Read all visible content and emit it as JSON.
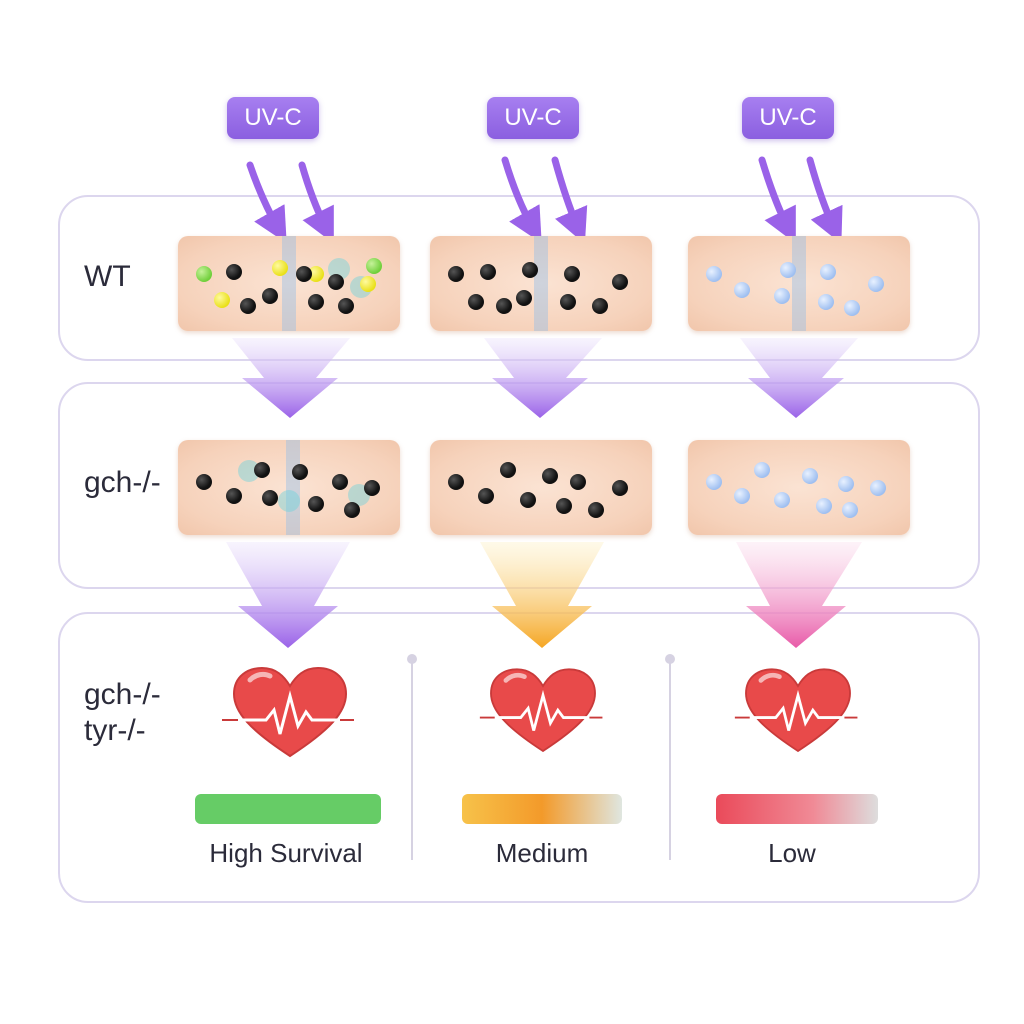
{
  "uv_label": "UV-C",
  "rows": [
    {
      "label": "WT"
    },
    {
      "label": "gch-/-"
    },
    {
      "label_lines": [
        "gch-/-",
        "tyr-/-"
      ]
    }
  ],
  "columns": [
    {
      "outcome": "High Survival",
      "bar_colors": [
        "#66cc66",
        "#66cc66"
      ],
      "arrow_color": "#9a62e8"
    },
    {
      "outcome": "Medium",
      "bar_colors": [
        "#f7c24a",
        "#f39a2a",
        "#dfe6e0"
      ],
      "arrow_color": "#f5a623"
    },
    {
      "outcome": "Low",
      "bar_colors": [
        "#ea4a5a",
        "#f08a96",
        "#dddddd"
      ],
      "arrow_color": "#e85aa8"
    }
  ],
  "colors": {
    "uv_badge": "#9b6fea",
    "uv_arrow": "#9a62e8",
    "panel_border": "#dcd6ee",
    "heart": "#e84a4a",
    "melanophore": "#111111",
    "leucophore": "#a9c6f2",
    "xanthophore": "#e9e018"
  },
  "icons": [
    "heart-ecg-icon",
    "down-arrow-icon",
    "uv-ray-arrow-icon"
  ]
}
